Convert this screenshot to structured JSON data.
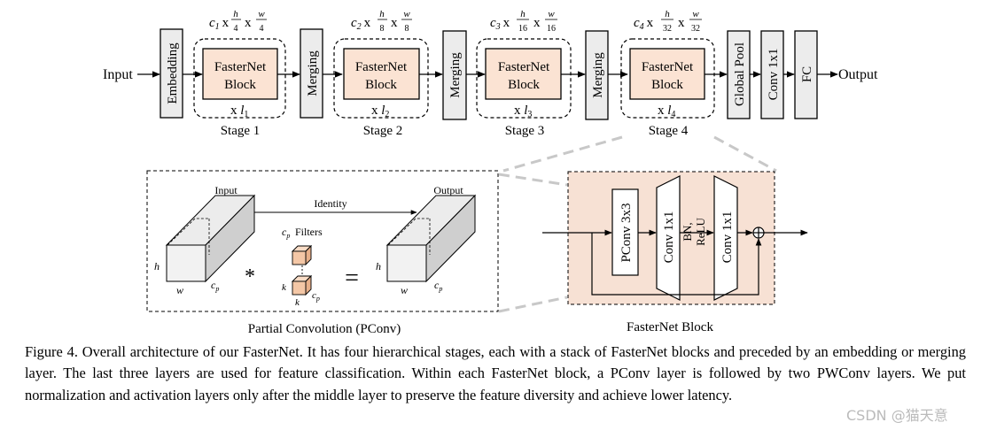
{
  "top": {
    "input": "Input",
    "output": "Output",
    "embedding": "Embedding",
    "merging": "Merging",
    "global_pool": "Global Pool",
    "conv1x1": "Conv 1x1",
    "fc": "FC",
    "block_line1": "FasterNet",
    "block_line2": "Block",
    "stages": [
      {
        "label": "Stage 1",
        "c": "1",
        "hd": "4",
        "wd": "4",
        "l": "1"
      },
      {
        "label": "Stage 2",
        "c": "2",
        "hd": "8",
        "wd": "8",
        "l": "2"
      },
      {
        "label": "Stage 3",
        "c": "3",
        "hd": "16",
        "wd": "16",
        "l": "3"
      },
      {
        "label": "Stage 4",
        "c": "4",
        "hd": "32",
        "wd": "32",
        "l": "4"
      }
    ]
  },
  "pconv": {
    "input": "Input",
    "output": "Output",
    "identity": "Identity",
    "filters": "Filters",
    "title": "Partial Convolution (PConv)"
  },
  "block": {
    "pconv": "PConv 3x3",
    "conv_a": "Conv 1x1",
    "conv_b": "Conv 1x1",
    "bn": "BN,",
    "relu": "ReLU",
    "title": "FasterNet Block"
  },
  "caption": "Figure 4. Overall architecture of our FasterNet. It has four hierarchical stages, each with a stack of FasterNet blocks and preceded by an embedding or merging layer. The last three layers are used for feature classification. Within each FasterNet block, a PConv layer is followed by two PWConv layers. We put normalization and activation layers only after the middle layer to preserve the feature diversity and achieve lower latency.",
  "watermark": "CSDN @猫天意",
  "colors": {
    "block_fill": "#fbe3d3",
    "block_panel": "#f7e1d4",
    "cube_orange": "#f4c7a6",
    "bar_fill": "#ececec"
  }
}
